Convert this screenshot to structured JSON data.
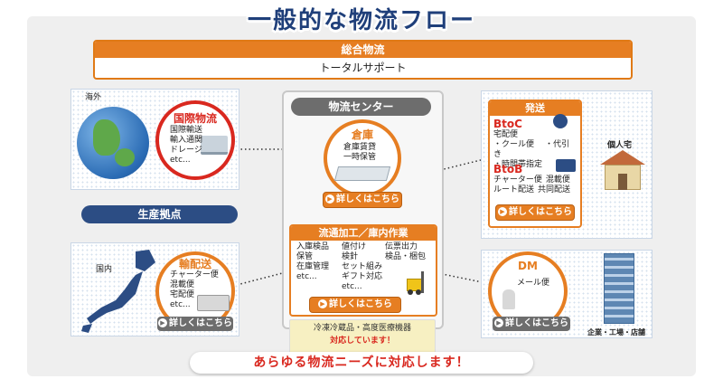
{
  "title": "一般的な物流フロー",
  "sogo": {
    "header": "総合物流",
    "body": "トータルサポート"
  },
  "overseas": {
    "label": "海外",
    "circle_title": "国際物流",
    "items": [
      "国際輸送",
      "輸入通関",
      "ドレージ",
      "etc..."
    ]
  },
  "production": {
    "label": "生産拠点"
  },
  "domestic": {
    "label": "国内",
    "circle_title": "輸配送",
    "items": [
      "チャーター便",
      "混載便",
      "宅配便",
      "etc..."
    ],
    "button": "詳しくはこちら"
  },
  "center": {
    "label": "物流センター",
    "warehouse": {
      "title": "倉庫",
      "items": [
        "倉庫賃貸",
        "一時保管"
      ],
      "button": "詳しくはこちら"
    },
    "processing": {
      "title": "流通加工／庫内作業",
      "col1": [
        "入庫検品",
        "保管",
        "在庫管理",
        "etc..."
      ],
      "col2": [
        "値付け",
        "検針",
        "セット組み",
        "ギフト対応",
        "etc..."
      ],
      "col3": [
        "伝票出力",
        "検品・梱包"
      ],
      "button": "詳しくはこちら"
    }
  },
  "note": {
    "line1": "冷凍冷蔵品・高度医療機器",
    "line2": "対応しています！"
  },
  "shipping": {
    "title": "発送",
    "btoc": "BtoC",
    "btoc_items": [
      "宅配便",
      "・クール便",
      "・代引き",
      "・時間帯指定"
    ],
    "btob": "BtoB",
    "btob_items": [
      "チャーター便",
      "混載便",
      "ルート配送",
      "共同配送"
    ],
    "button": "詳しくはこちら",
    "dest": "個人宅"
  },
  "dm": {
    "title": "DM",
    "items": [
      "メール便"
    ],
    "button": "詳しくはこちら",
    "dest": "企業・工場・店舗"
  },
  "footer": "あらゆる物流ニーズに対応します！",
  "colors": {
    "orange": "#e67e22",
    "navy": "#2c4d84",
    "red": "#d9281f",
    "gray": "#6d6d6d"
  }
}
